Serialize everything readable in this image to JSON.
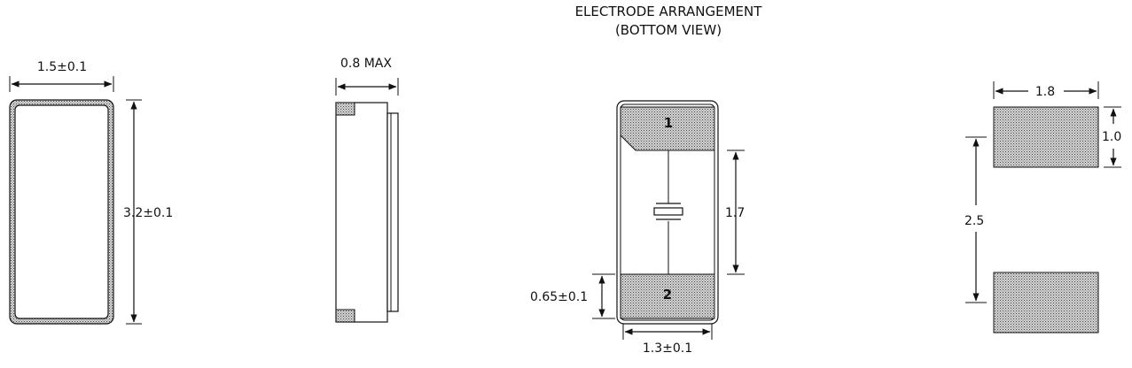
{
  "title": {
    "line1": "ELECTRODE ARRANGEMENT",
    "line2": "(BOTTOM VIEW)"
  },
  "top_view": {
    "width_label": "1.5±0.1",
    "height_label": "3.2±0.1"
  },
  "side_view": {
    "thickness_label": "0.8 MAX"
  },
  "bottom_view": {
    "pad1_label": "1",
    "pad2_label": "2",
    "pitch_label": "1.7",
    "pad_height_label": "0.65±0.1",
    "width_label": "1.3±0.1"
  },
  "land_pattern": {
    "width_label": "1.8",
    "pad_height_label": "1.0",
    "pitch_label": "2.5"
  }
}
